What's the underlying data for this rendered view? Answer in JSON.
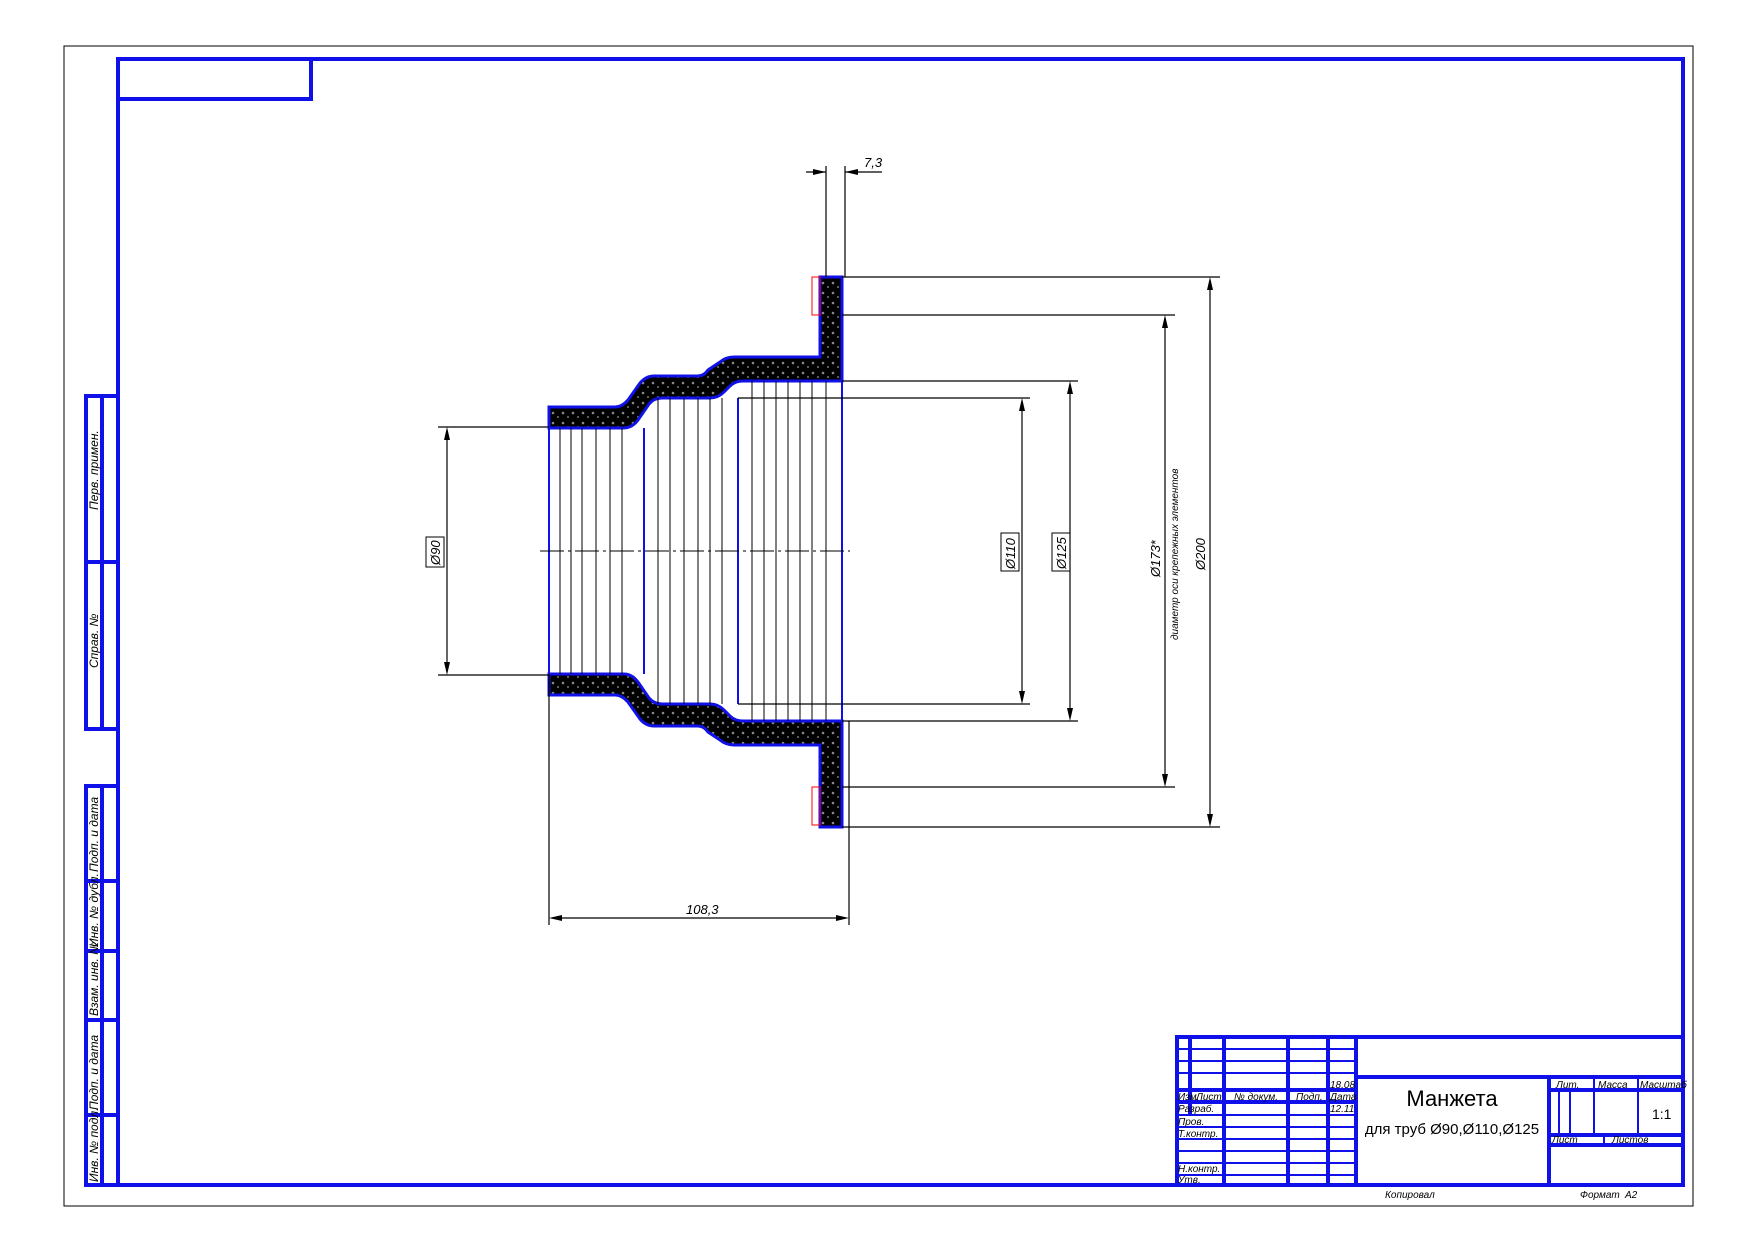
{
  "drawing": {
    "title": "Манжета",
    "subtitle": "для труб Ø90,Ø110,Ø125",
    "scale": "1:1",
    "copied_label": "Копировал",
    "format_label": "Формат",
    "format_value": "A2",
    "colors": {
      "frame": "#1010e8",
      "line": "#000000",
      "accent": "#ff0000"
    }
  },
  "dimensions": {
    "d90": "Ø90",
    "d110": "Ø110",
    "d125": "Ø125",
    "d173": "Ø173*",
    "d173_note": "диаметр оси крепежных элементов",
    "d200": "Ø200",
    "length": "108,3",
    "flange": "7,3"
  },
  "title_block": {
    "col_izm": "Изм.",
    "col_list": "Лист",
    "col_doc": "№ докум.",
    "col_sign": "Подп.",
    "col_date": "Дата",
    "row_razrab": "Разраб.",
    "row_prov": "Пров.",
    "row_tkontr": "Т.контр.",
    "row_nkontr": "Н.контр.",
    "row_utv": "Утв.",
    "date1": "18.08",
    "date2": "12.11",
    "lit": "Лит.",
    "massa": "Масса",
    "masshtab": "Масштаб",
    "list": "Лист",
    "listov": "Листов"
  },
  "side_stamp": {
    "perv_primen": "Перв. примен.",
    "sprav": "Справ. №",
    "podp_data_1": "Подп. и дата",
    "inv_dubl": "Инв. № дубл.",
    "vzam_inv": "Взам. инв. №",
    "podp_data_2": "Подп. и дата",
    "inv_podl": "Инв. № подл."
  }
}
